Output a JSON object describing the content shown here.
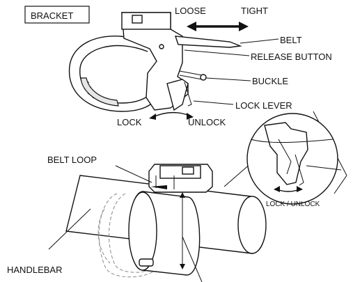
{
  "labels": {
    "bracket": "BRACKET",
    "loose": "LOOSE",
    "tight": "TIGHT",
    "belt": "BELT",
    "release_button": "RELEASE BUTTON",
    "buckle": "BUCKLE",
    "lock_lever": "LOCK LEVER",
    "lock": "LOCK",
    "unlock": "UNLOCK",
    "belt_loop": "BELT LOOP",
    "lock_unlock": "LOCK / UNLOCK",
    "handlebar": "HANDLEBAR"
  }
}
